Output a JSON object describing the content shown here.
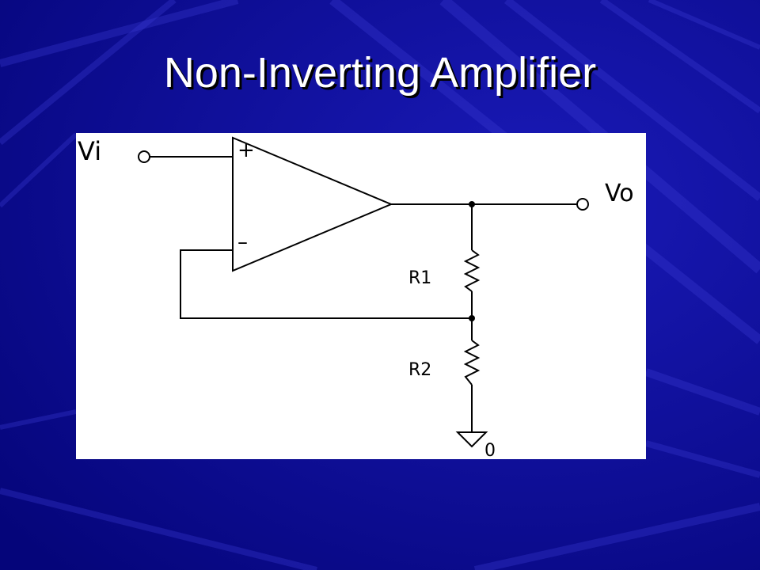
{
  "slide": {
    "title": "Non-Inverting Amplifier",
    "background_color": "#0a0a96"
  },
  "circuit": {
    "input_label": "Vi",
    "output_label": "Vo",
    "plus_sign": "+",
    "minus_sign": "–",
    "r1_label": "R1",
    "r2_label": "R2",
    "ground_label": "0"
  }
}
